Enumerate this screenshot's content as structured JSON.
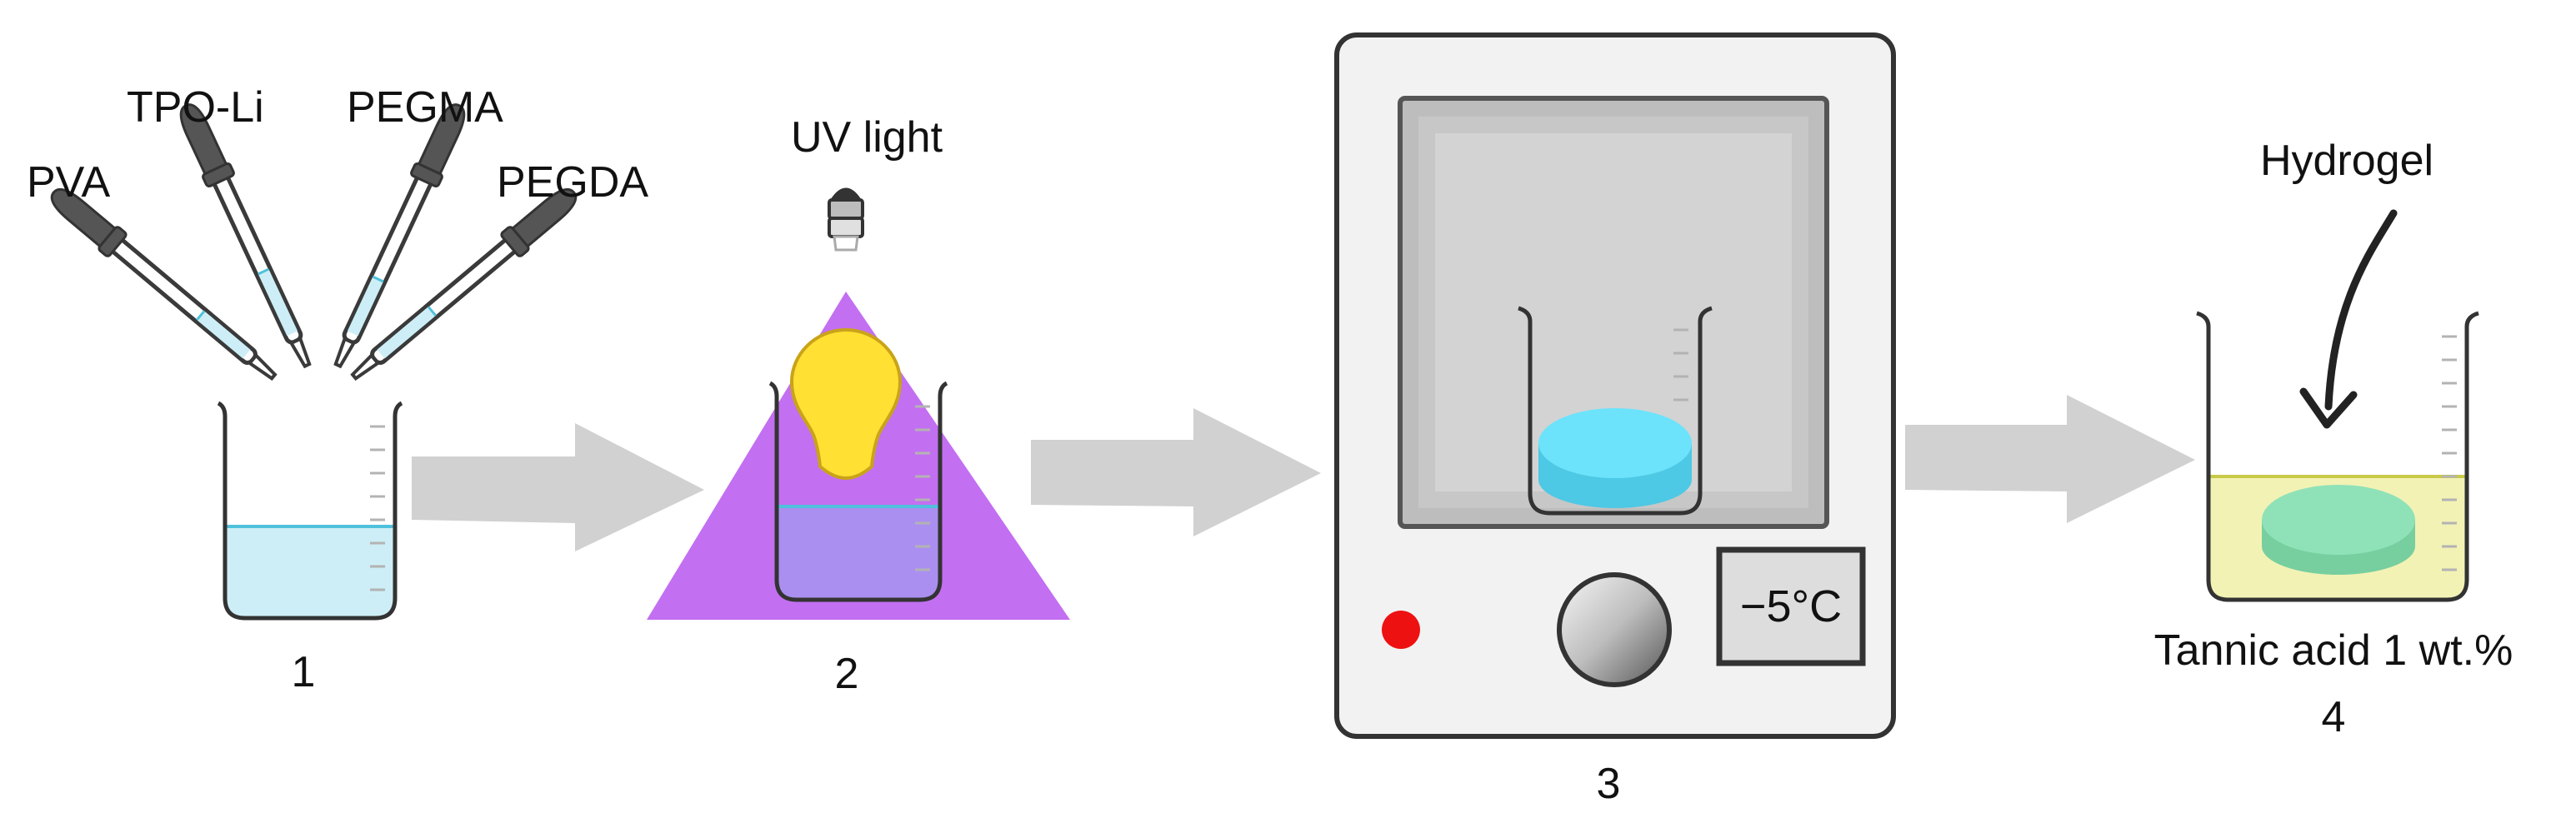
{
  "reagents": {
    "pva": "PVA",
    "tpo_li": "TPO-Li",
    "pegma": "PEGMA",
    "pegda": "PEGDA"
  },
  "uv_label": "UV light",
  "freezer": {
    "temperature": "−5°C"
  },
  "hydrogel_label": "Hydrogel",
  "bath_label": "Tannic acid 1 wt.%",
  "steps": {
    "one": "1",
    "two": "2",
    "three": "3",
    "four": "4"
  },
  "icons": {
    "dropper": "dropper-icon",
    "beaker": "beaker-icon",
    "bulb": "light-bulb-icon",
    "arrow": "process-arrow-icon",
    "freezer": "freezer-icon",
    "knob": "knob-icon",
    "power_led": "power-led-icon",
    "curved_arrow": "curved-arrow-icon"
  },
  "colors": {
    "solution": "#cdeef6",
    "solution_line": "#4fc1dc",
    "uv_light": "#c36ff1",
    "bulb": "#ffe033",
    "gel_blue": "#6ce3fb",
    "gel_blue_side": "#4dc8e5",
    "bath": "#f2f2b5",
    "bath_line": "#c9c94a",
    "gel_green": "#8fe2b8",
    "gel_green_side": "#77cf9f",
    "arrow": "#d1d1d1",
    "led": "#ee1111"
  }
}
